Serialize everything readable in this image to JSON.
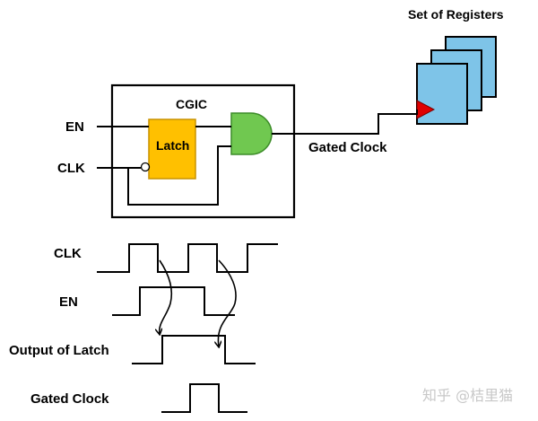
{
  "labels": {
    "registers_title": "Set of Registers",
    "cgic": "CGIC",
    "latch": "Latch",
    "en_input": "EN",
    "clk_input": "CLK",
    "gated_clock_out": "Gated Clock"
  },
  "waveforms": {
    "clk": "CLK",
    "en": "EN",
    "latch_output": "Output of Latch",
    "gated_clock": "Gated Clock"
  },
  "watermark": "知乎 @桔里猫",
  "colors": {
    "latch_fill": "#FFC000",
    "latch_stroke": "#C89200",
    "and_gate_fill": "#70C850",
    "and_gate_stroke": "#3C8C28",
    "register_fill": "#7EC4E8",
    "register_stroke": "#000000",
    "clock_marker": "#E00000"
  }
}
